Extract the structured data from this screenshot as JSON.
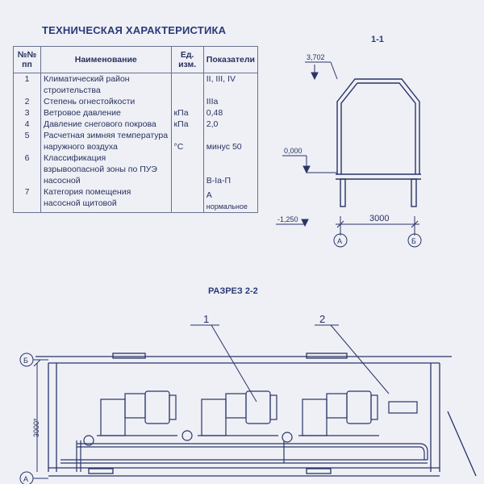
{
  "spec": {
    "title": "ТЕХНИЧЕСКАЯ ХАРАКТЕРИСТИКА",
    "headers": {
      "num": "№№ пп",
      "name": "Наименование",
      "unit": "Ед. изм.",
      "value": "Показатели"
    },
    "rows": [
      {
        "num": "1",
        "name": "Климатический район строительства",
        "unit": "",
        "value": "II, III, IV"
      },
      {
        "num": "2",
        "name": "Степень огнестойкости",
        "unit": "",
        "value": "IIIa"
      },
      {
        "num": "3",
        "name": "Ветровое давление",
        "unit": "кПа",
        "value": "0,48"
      },
      {
        "num": "4",
        "name": "Давление снегового покрова",
        "unit": "кПа",
        "value": "2,0"
      },
      {
        "num": "5",
        "name": "Расчетная зимняя температура наружного воздуха",
        "unit": "°С",
        "value": "минус 50"
      },
      {
        "num": "6",
        "name": "Классификация взрывоопасной зоны по ПУЭ насосной",
        "unit": "",
        "value": "В-Iа-П"
      },
      {
        "num": "7",
        "name": "Категория помещения насосной щитовой",
        "unit": "",
        "value": "А",
        "value2": "нормальное"
      }
    ]
  },
  "section_1": {
    "title": "1-1",
    "mark_top": "3,702",
    "mark_zero": "0,000",
    "mark_bottom": "-1,250",
    "width_dim": "3000",
    "axis_a": "А",
    "axis_b": "Б"
  },
  "section_2": {
    "title": "РАЗРЕЗ 2-2",
    "callout_1": "1",
    "callout_2": "2",
    "height_dim": "3000*",
    "axis_b": "Б",
    "axis_a": "А"
  }
}
